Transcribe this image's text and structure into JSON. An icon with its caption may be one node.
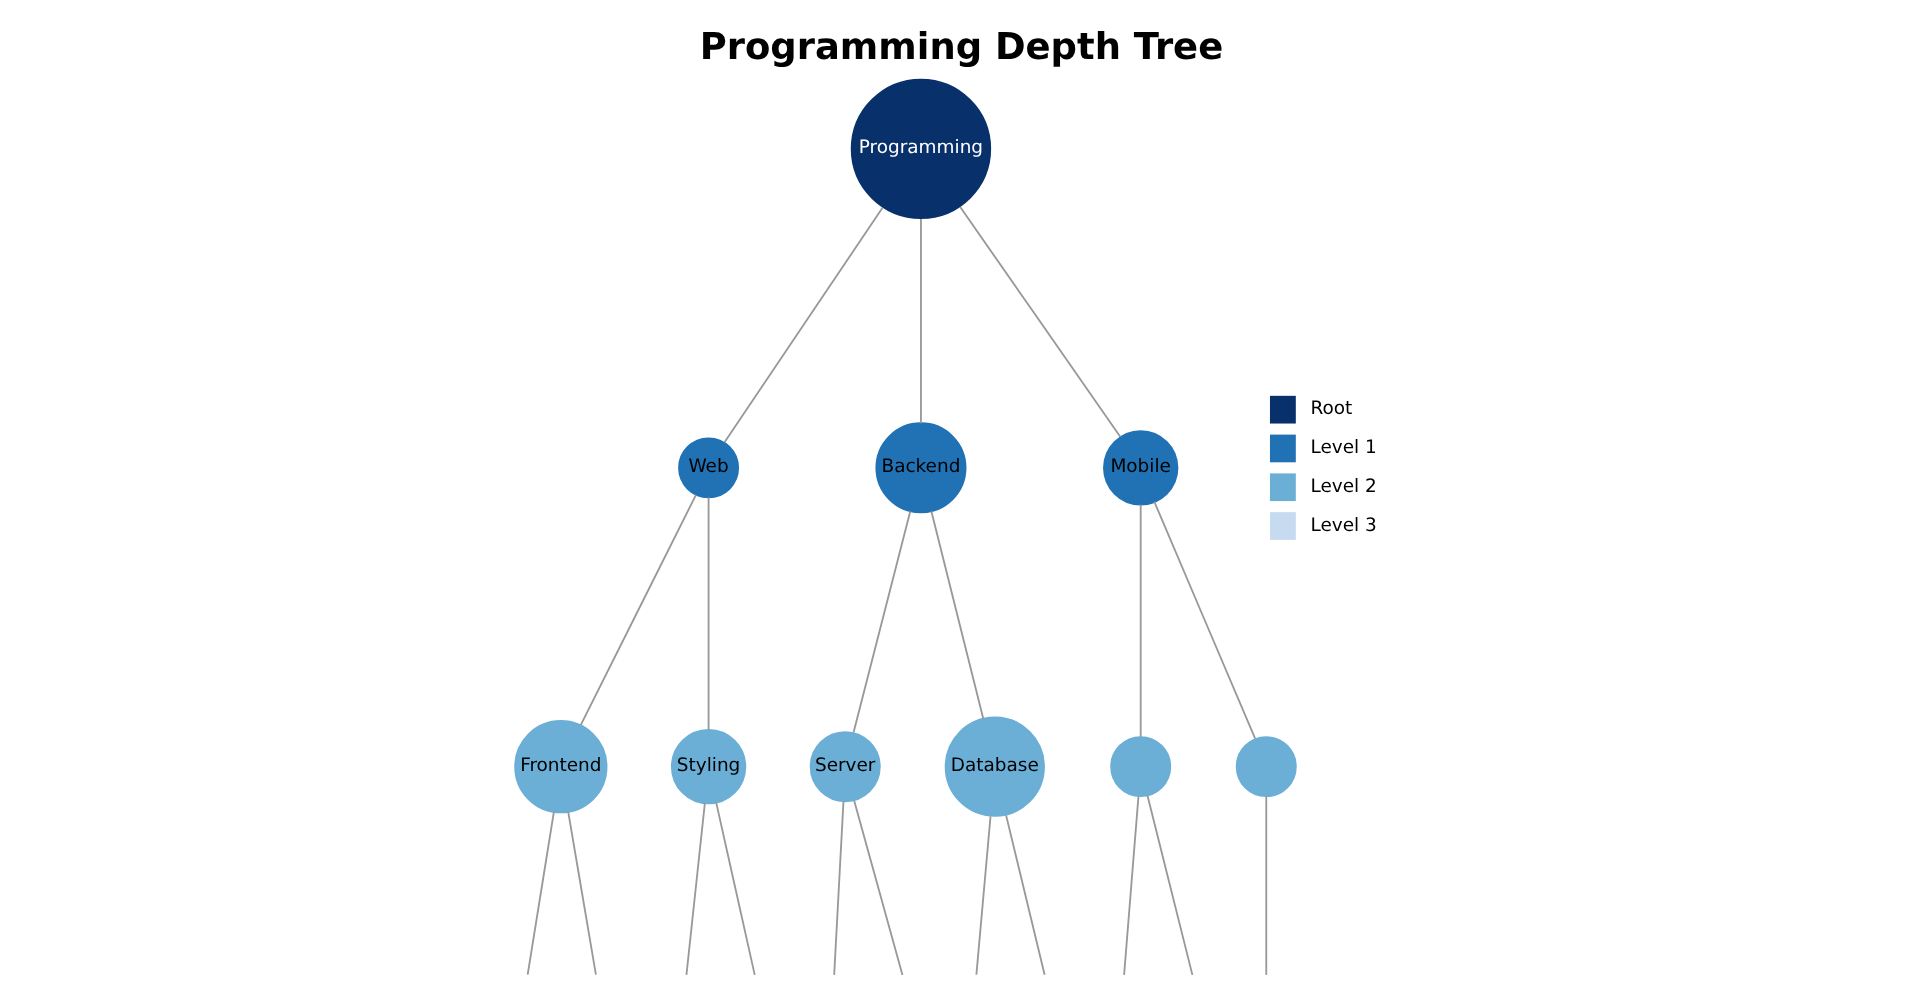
{
  "diagram": {
    "title": "Programming Depth Tree",
    "nodes": [
      {
        "text": [
          "Programming"
        ]
      },
      {
        "text": [
          "Web"
        ]
      },
      {
        "text": [
          "Backend"
        ]
      },
      {
        "text": [
          "Mobile"
        ]
      },
      {
        "text": [
          "Frontend"
        ]
      },
      {
        "text": [
          "Styling"
        ]
      },
      {
        "text": [
          "Server"
        ]
      },
      {
        "text": [
          "Database"
        ]
      },
      {
        "text": [],
        "shape": "circle"
      },
      {
        "text": [],
        "shape": "circle"
      }
    ],
    "edges": [
      {
        "from": 0,
        "to": 1,
        "arrow": "none"
      },
      {
        "from": 0,
        "to": 2,
        "arrow": "none"
      },
      {
        "from": 0,
        "to": 3,
        "arrow": "none"
      },
      {
        "from": 1,
        "to": 4,
        "arrow": "none"
      },
      {
        "from": 1,
        "to": 5,
        "arrow": "none"
      },
      {
        "from": 2,
        "to": 6,
        "arrow": "none"
      },
      {
        "from": 2,
        "to": 7,
        "arrow": "none"
      },
      {
        "from": 3,
        "to": 8,
        "arrow": "none"
      },
      {
        "from": 3,
        "to": 9,
        "arrow": "none"
      },
      {
        "from": 4,
        "to": null,
        "arrow": "none"
      },
      {
        "from": 4,
        "to": null,
        "arrow": "none"
      },
      {
        "from": 5,
        "to": null,
        "arrow": "none"
      },
      {
        "from": 5,
        "to": null,
        "arrow": "none"
      },
      {
        "from": 6,
        "to": null,
        "arrow": "none"
      },
      {
        "from": 6,
        "to": null,
        "arrow": "none"
      },
      {
        "from": 7,
        "to": null,
        "arrow": "none"
      },
      {
        "from": 7,
        "to": null,
        "arrow": "none"
      },
      {
        "from": 8,
        "to": null,
        "arrow": "none"
      },
      {
        "from": 8,
        "to": null,
        "arrow": "none"
      },
      {
        "from": 9,
        "to": null,
        "arrow": "none"
      }
    ],
    "legend": [
      {
        "text": "Root",
        "color": "#08306b"
      },
      {
        "text": "Level 1",
        "color": "#2171b5"
      },
      {
        "text": "Level 2",
        "color": "#6baed6"
      },
      {
        "text": "Level 3",
        "color": "#c6dbef"
      }
    ]
  }
}
